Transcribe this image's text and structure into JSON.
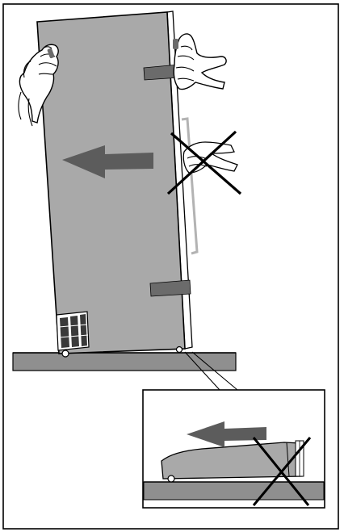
{
  "figure": {
    "kind": "instruction-illustration",
    "subject": "tilting-refrigerator-for-moving",
    "colors": {
      "outline": "#000000",
      "cabinet": "#a9a9a9",
      "floor": "#8f8f8f",
      "arrow": "#5c5c5c",
      "strap": "#6b6b6b",
      "handle": "#b3b3b3",
      "cross": "#000000",
      "background": "#ffffff"
    },
    "icons": [
      "left-arrow-icon",
      "forbidden-cross-icon",
      "hand-icon"
    ],
    "detail_inset": {
      "shows": "wheel-and-base-close-up",
      "marked": "not-allowed"
    }
  }
}
